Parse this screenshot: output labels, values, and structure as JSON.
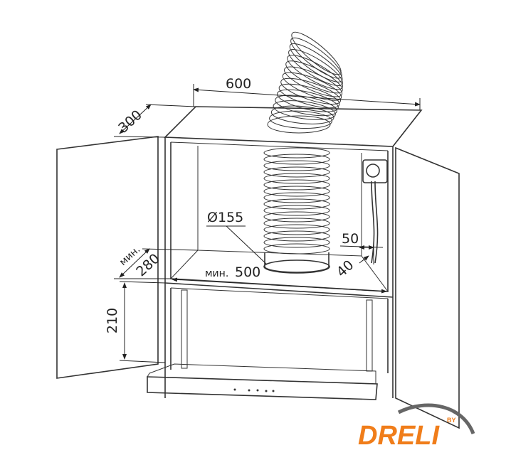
{
  "dimensions": {
    "width": "600",
    "depth": "300",
    "duct_diameter": "Ø155",
    "socket_offset": "50",
    "socket_depth": "40",
    "min_prefix": "мин.",
    "min_depth": "280",
    "min_width_prefix": "мин.",
    "min_width": "500",
    "height_below": "210"
  },
  "logo": {
    "text": "DRELI",
    "by": "BY",
    "color": "#f07d1a",
    "swoosh_color": "#666666"
  }
}
